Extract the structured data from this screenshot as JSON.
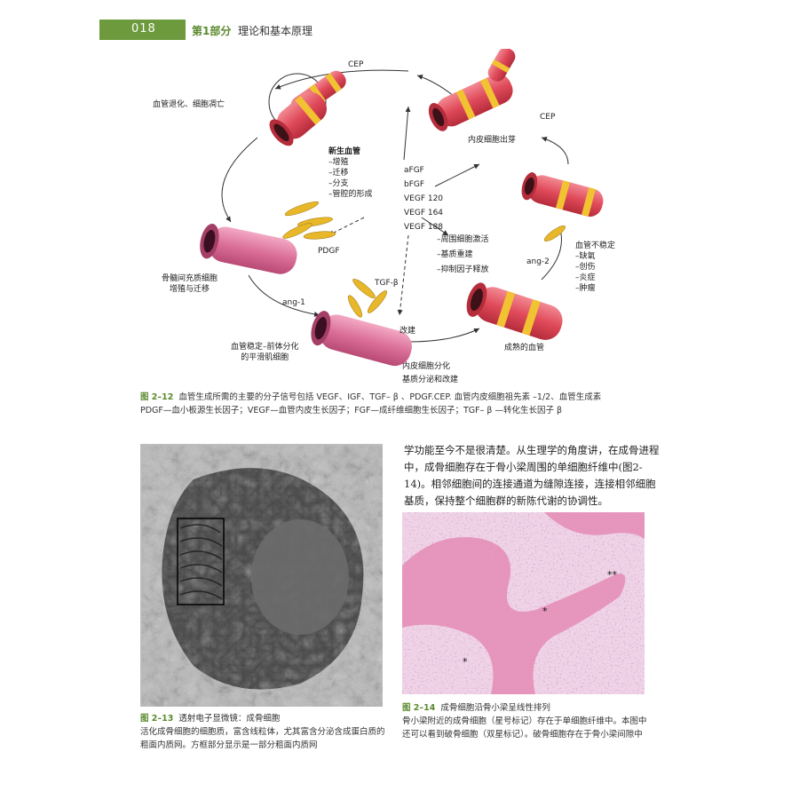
{
  "header": {
    "page_number": "018",
    "part_label": "第1部分",
    "part_title": "理论和基本原理",
    "bar_color": "#6c9a3c"
  },
  "diagram": {
    "cep_top": "CEP",
    "cep_right": "CEP",
    "regression": "血管退化、细胞凋亡",
    "new_vessel": {
      "title": "新生血管",
      "items": [
        "–增殖",
        "–迁移",
        "–分支",
        "–管腔的形成"
      ]
    },
    "sprouting": "内皮细胞出芽",
    "factors": [
      "aFGF",
      "bFGF",
      "VEGF 120",
      "VEGF 164",
      "VEGF 188"
    ],
    "pdgf": "PDGF",
    "stroma": [
      "骨髓间充质细胞",
      "增殖与迁移"
    ],
    "ang1": "ang-1",
    "tgf": "TGF-β",
    "stabilize": [
      "血管稳定–前体分化",
      "的平滑肌细胞"
    ],
    "remodel": "改建",
    "pericyte": [
      "–周围细胞激活",
      "–基质重建",
      "–抑制因子释放"
    ],
    "unstable": {
      "title": "血管不稳定",
      "items": [
        "–缺氧",
        "–创伤",
        "–炎症",
        "–肿瘤"
      ]
    },
    "ang2": "ang-2",
    "mature": "成熟的血管",
    "endo_diff": [
      "内皮细胞分化",
      "基质分泌和改建"
    ]
  },
  "fig_2_12": {
    "number": "图 2–12",
    "line1": "血管生成所需的主要的分子信号包括 VEGF、IGF、TGF– β 、PDGF.CEP. 血管内皮细胞祖先素 –1/2、血管生成素",
    "line2": "PDGF—血小板源生长因子；VEGF—血管内皮生长因子；FGF—成纤维细胞生长因子；TGF– β —转化生长因子 β"
  },
  "body_text": {
    "paragraph": "学功能至今不是很清楚。从生理学的角度讲，在成骨进程中，成骨细胞存在于骨小梁周围的单细胞纤维中(图2-14)。相邻细胞间的连接通道为缝隙连接，连接相邻细胞基质，保持整个细胞群的新陈代谢的协调性。"
  },
  "fig_2_13": {
    "number": "图 2–13",
    "title": "透射电子显微镜：成骨细胞",
    "line1": "活化成骨细胞的细胞质，富含线粒体，尤其富含分泌含成蛋白质的",
    "line2": "粗面内质网。方框部分显示是一部分粗面内质网"
  },
  "fig_2_14": {
    "number": "图 2–14",
    "title": "成骨细胞沿骨小梁呈线性排列",
    "line1": "骨小梁附近的成骨细胞（星号标记）存在于单细胞纤维中。本图中",
    "line2": "还可以看到破骨细胞（双星标记）。破骨细胞存在于骨小梁间隙中",
    "star_single": "*",
    "star_double": "**"
  }
}
